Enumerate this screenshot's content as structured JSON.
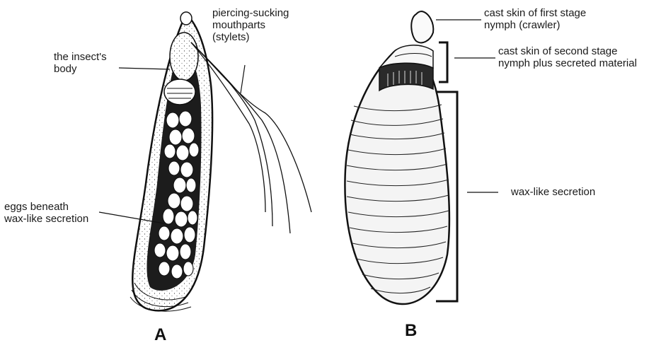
{
  "figure_a": {
    "letter": "A",
    "labels": {
      "body": "the insect's\nbody",
      "mouthparts": "piercing-sucking\nmouthparts\n(stylets)",
      "eggs": "eggs beneath\nwax-like secretion"
    }
  },
  "figure_b": {
    "letter": "B",
    "labels": {
      "first_stage": "cast skin of first stage\nnymph (crawler)",
      "second_stage": "cast skin of second stage\nnymph plus secreted material",
      "wax": "wax-like secretion"
    }
  },
  "colors": {
    "ink": "#111111",
    "paper": "#ffffff"
  }
}
